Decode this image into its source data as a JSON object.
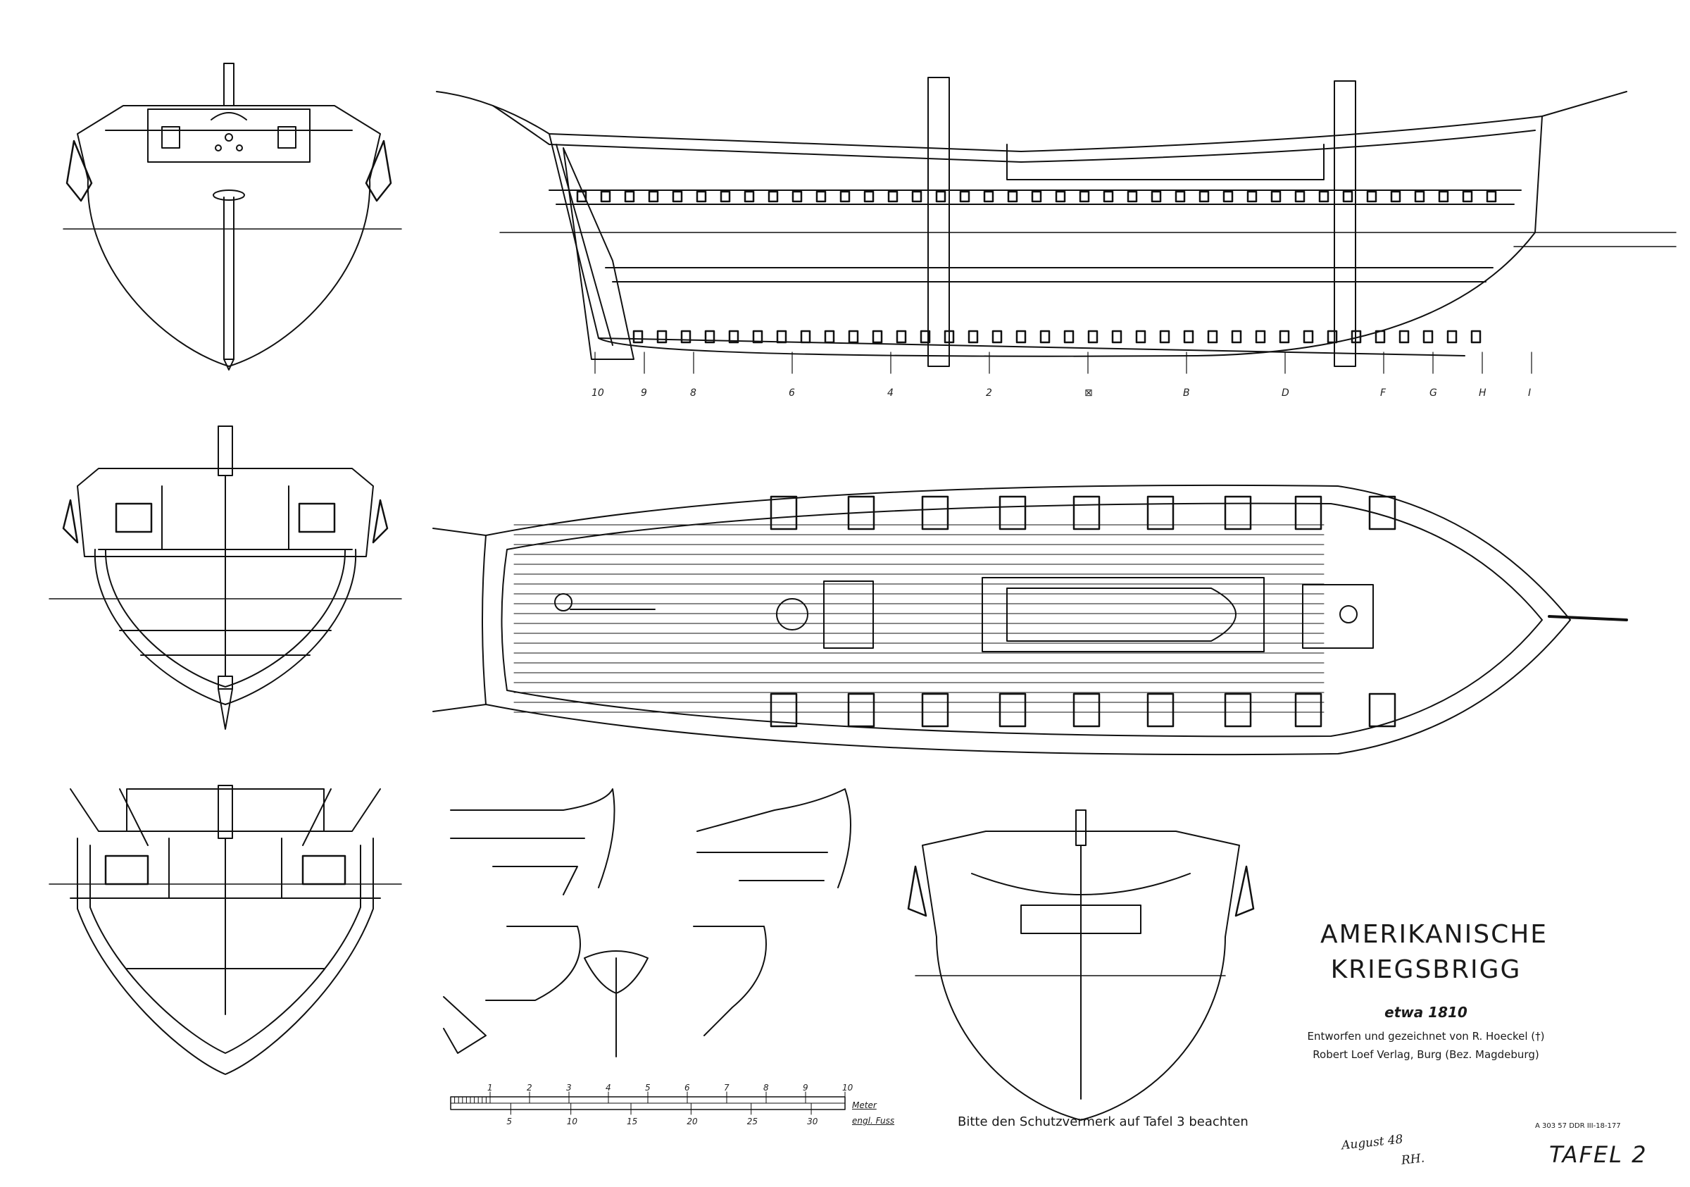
{
  "title": {
    "line1": "AMERIKANISCHE",
    "line2": "KRIEGSBRIGG",
    "date": "etwa 1810",
    "credit1": "Entworfen und gezeichnet von R. Hoeckel (†)",
    "credit2": "Robert Loef Verlag, Burg (Bez. Magdeburg)"
  },
  "notice": "Bitte den Schutzvermerk auf Tafel 3 beachten",
  "plate": "TAFEL 2",
  "print_code": "A 303 57 DDR III-18-177",
  "signature": {
    "line1": "August 48",
    "line2": "RH."
  },
  "station_labels": [
    "10",
    "9",
    "8",
    "6",
    "4",
    "2",
    "⊠",
    "B",
    "D",
    "F",
    "G",
    "H",
    "I"
  ],
  "scale": {
    "meter_label": "Meter",
    "foot_label": "engl. Fuss",
    "meter_ticks": [
      "1",
      "2",
      "3",
      "4",
      "5",
      "6",
      "7",
      "8",
      "9",
      "10"
    ],
    "foot_ticks": [
      "5",
      "10",
      "15",
      "20",
      "25",
      "30"
    ]
  }
}
